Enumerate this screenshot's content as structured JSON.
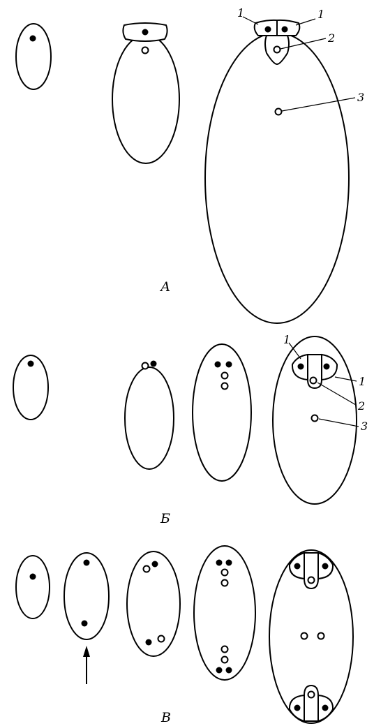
{
  "panels": {
    "a": {
      "label": "А"
    },
    "b": {
      "label": "Б"
    },
    "c": {
      "label": "В"
    }
  },
  "callouts": {
    "one": "1",
    "two": "2",
    "three": "3"
  },
  "colors": {
    "stroke": "#000000",
    "background": "#ffffff"
  }
}
